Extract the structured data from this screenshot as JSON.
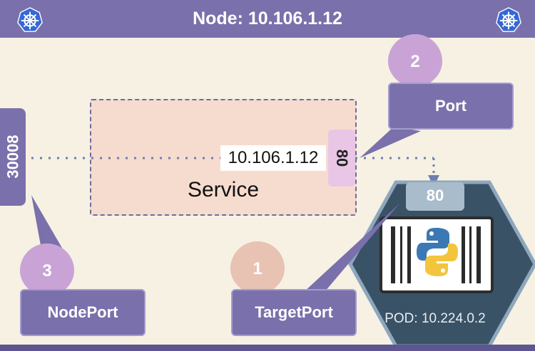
{
  "node": {
    "title": "Node: 10.106.1.12",
    "logo_icon": "kubernetes-helm-icon"
  },
  "service": {
    "label": "Service",
    "cluster_ip": "10.106.1.12",
    "port": "80"
  },
  "node_port": {
    "value": "30008"
  },
  "pod": {
    "target_port": "80",
    "label": "POD: 10.224.0.2",
    "app_icon": "python-icon"
  },
  "callouts": {
    "port": {
      "number": "2",
      "label": "Port"
    },
    "node_port": {
      "number": "3",
      "label": "NodePort"
    },
    "target_port": {
      "number": "1",
      "label": "TargetPort"
    }
  },
  "colors": {
    "background": "#f6f1e3",
    "header": "#7a70ab",
    "service_fill": "#f6dccf",
    "port_tab": "#e9c6e6",
    "badge_port_nodeport": "#c9a3d6",
    "badge_target": "#e8c2b2",
    "pod_fill": "#3a5266",
    "pod_port_tab": "#a9bccb"
  }
}
